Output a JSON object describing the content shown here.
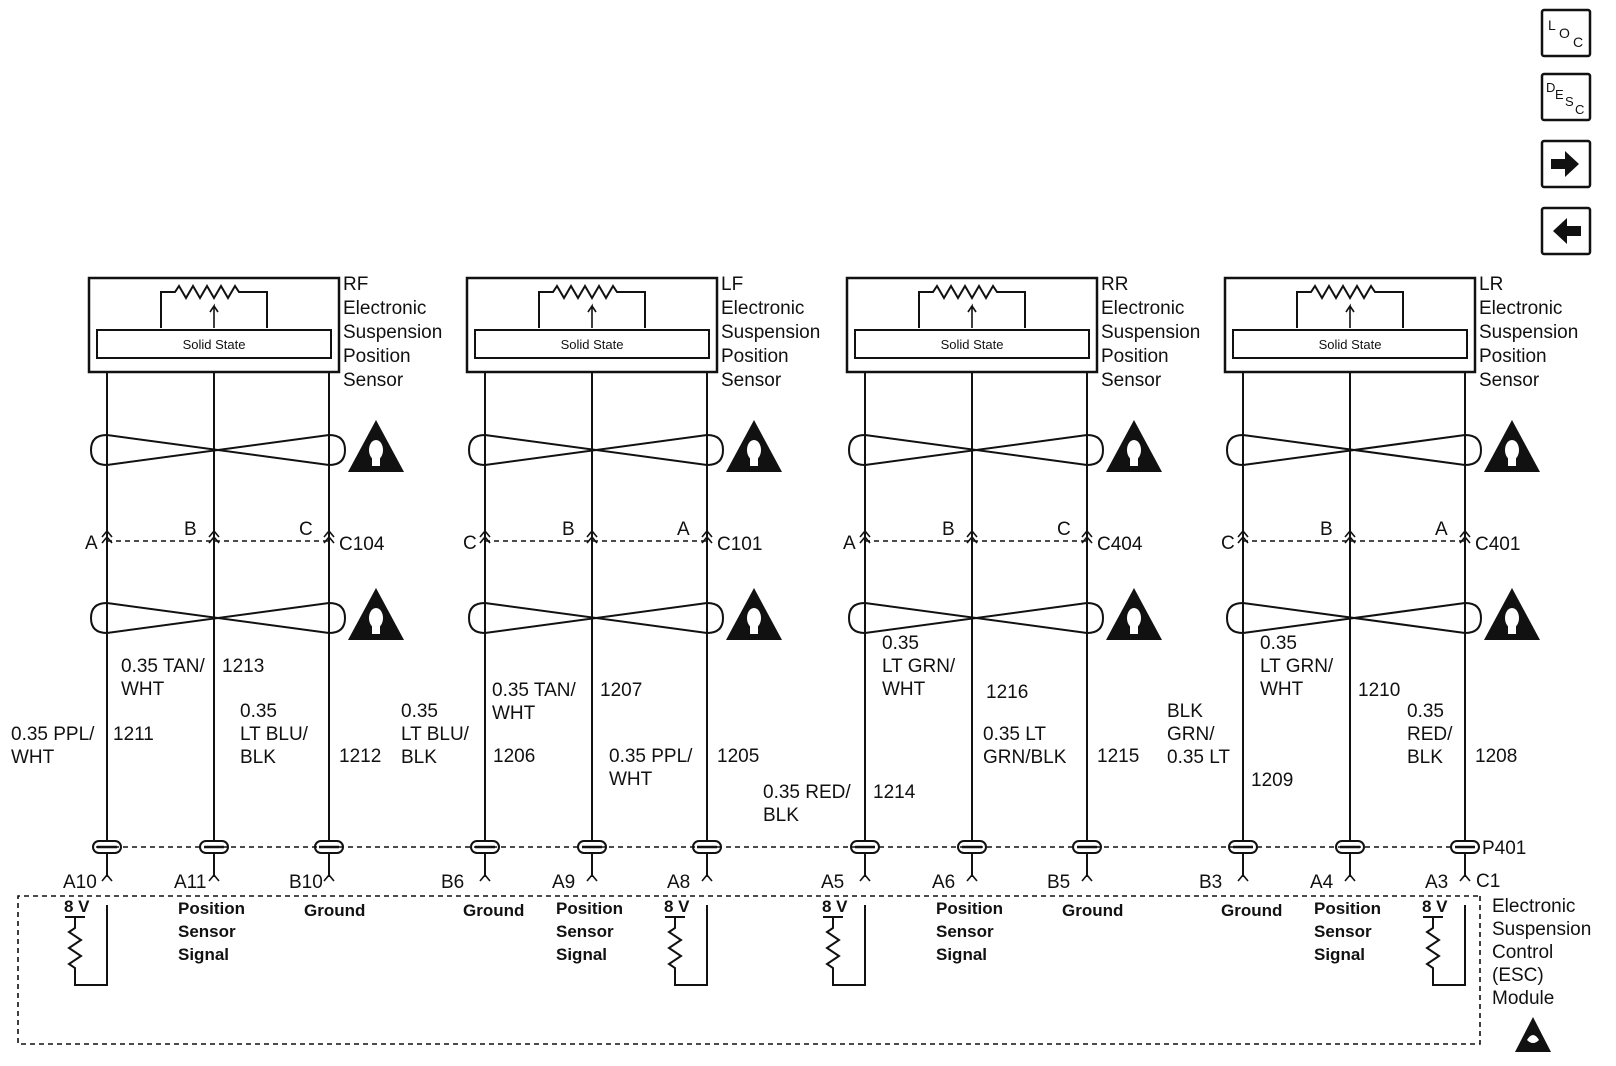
{
  "nav_buttons": {
    "loc": {
      "main": "L",
      "sub1": "O",
      "sub2": "C"
    },
    "desc": {
      "main": "D",
      "sub1": "E",
      "sub2": "S",
      "sub3": "C"
    },
    "next_icon": "right-arrow-icon",
    "prev_icon": "left-arrow-icon"
  },
  "sensors": [
    {
      "name_lines": [
        "RF",
        "Electronic",
        "Suspension",
        "Position",
        "Sensor"
      ],
      "solid_state": "Solid State",
      "connector": "C104",
      "pin_letters": [
        "A",
        "B",
        "C"
      ],
      "wire_labels": [
        {
          "lines": [
            "0.35 PPL/",
            "WHT"
          ],
          "circuit": "1211"
        },
        {
          "lines": [
            "0.35 TAN/",
            "WHT"
          ],
          "circuit": "1213"
        },
        {
          "lines": [
            "0.35",
            "LT BLU/",
            "BLK"
          ],
          "circuit": "1212"
        }
      ],
      "module_pins": [
        "A10",
        "A11",
        "B10"
      ]
    },
    {
      "name_lines": [
        "LF",
        "Electronic",
        "Suspension",
        "Position",
        "Sensor"
      ],
      "solid_state": "Solid State",
      "connector": "C101",
      "pin_letters": [
        "C",
        "B",
        "A"
      ],
      "wire_labels": [
        {
          "lines": [
            "0.35",
            "LT BLU/",
            "BLK"
          ],
          "circuit": "1206"
        },
        {
          "lines": [
            "0.35 TAN/",
            "WHT"
          ],
          "circuit": "1207"
        },
        {
          "lines": [
            "0.35 PPL/",
            "WHT"
          ],
          "circuit": "1205"
        }
      ],
      "module_pins": [
        "B6",
        "A9",
        "A8"
      ]
    },
    {
      "name_lines": [
        "RR",
        "Electronic",
        "Suspension",
        "Position",
        "Sensor"
      ],
      "solid_state": "Solid State",
      "connector": "C404",
      "pin_letters": [
        "A",
        "B",
        "C"
      ],
      "wire_labels": [
        {
          "lines": [
            "0.35 RED/",
            "BLK"
          ],
          "circuit": "1214"
        },
        {
          "lines": [
            "0.35",
            "LT GRN/",
            "WHT"
          ],
          "circuit": "1216"
        },
        {
          "lines": [
            "0.35 LT",
            "GRN/BLK"
          ],
          "circuit": "1215"
        }
      ],
      "module_pins": [
        "A5",
        "A6",
        "B5"
      ]
    },
    {
      "name_lines": [
        "LR",
        "Electronic",
        "Suspension",
        "Position",
        "Sensor"
      ],
      "solid_state": "Solid State",
      "connector": "C401",
      "pin_letters": [
        "C",
        "B",
        "A"
      ],
      "wire_labels": [
        {
          "lines": [
            "BLK",
            "GRN/",
            "0.35 LT"
          ],
          "circuit": "1209"
        },
        {
          "lines": [
            "0.35",
            "LT GRN/",
            "WHT"
          ],
          "circuit": "1210"
        },
        {
          "lines": [
            "0.35",
            "RED/",
            "BLK"
          ],
          "circuit": "1208"
        }
      ],
      "module_pins": [
        "B3",
        "A4",
        "A3"
      ]
    }
  ],
  "inline_connector": "P401",
  "module": {
    "connector": "C1",
    "name_lines": [
      "Electronic",
      "Suspension",
      "Control",
      "(ESC)",
      "Module"
    ],
    "voltage": "8 V",
    "signal_lines": [
      "Position",
      "Sensor",
      "Signal"
    ],
    "ground": "Ground"
  },
  "icons": {
    "caution": "caution-icon",
    "esd": "esd-sensitive-icon"
  }
}
